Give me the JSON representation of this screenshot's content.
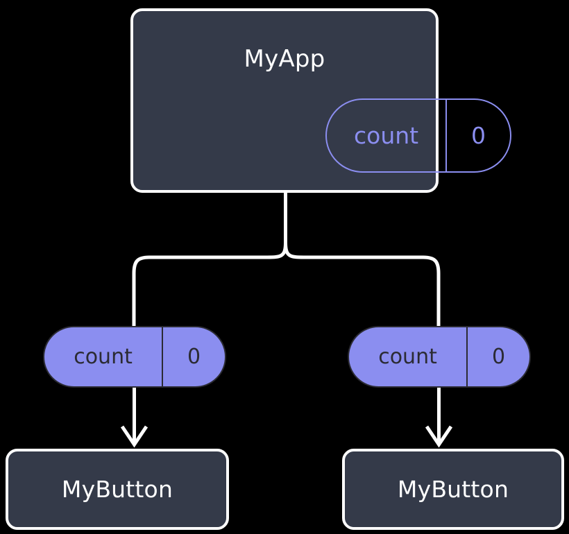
{
  "diagram": {
    "title": "React component tree with count state and props",
    "background_color": "#000000",
    "accent_color": "#8b8ef0",
    "node_fill_color": "#343a49",
    "node_border_color": "#ffffff",
    "connector_color": "#ffffff",
    "root": {
      "name": "root-component",
      "label": "MyApp",
      "state": {
        "key": "count",
        "value": "0"
      }
    },
    "branches": [
      {
        "name": "left-branch",
        "props": {
          "key": "count",
          "value": "0"
        },
        "child": {
          "name": "child-component-left",
          "label": "MyButton"
        }
      },
      {
        "name": "right-branch",
        "props": {
          "key": "count",
          "value": "0"
        },
        "child": {
          "name": "child-component-right",
          "label": "MyButton"
        }
      }
    ]
  }
}
